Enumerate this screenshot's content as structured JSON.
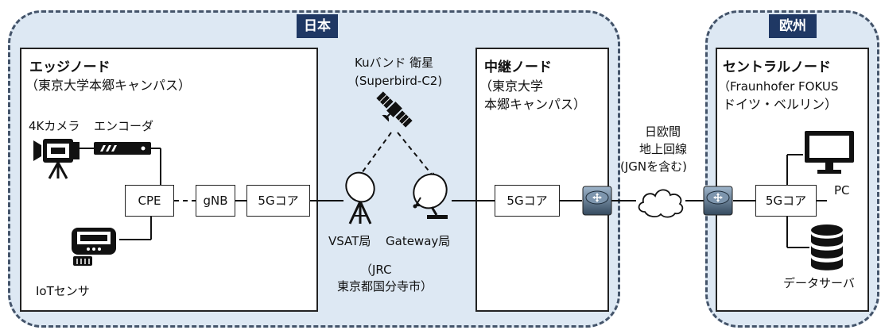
{
  "regions": {
    "japan": "日本",
    "europe": "欧州"
  },
  "edge_node": {
    "title": "エッジノード",
    "subtitle": "（東京大学本郷キャンパス）",
    "camera_label": "4Kカメラ",
    "encoder_label": "エンコーダ",
    "iot_label": "IoTセンサ",
    "cpe": "CPE",
    "gnb": "gNB",
    "core": "5Gコア"
  },
  "satellite": {
    "line1": "Kuバンド 衛星",
    "line2": "(Superbird-C2)"
  },
  "ground_stations": {
    "vsat": "VSAT局",
    "gateway": "Gateway局",
    "location_line1": "（JRC",
    "location_line2": "東京都国分寺市）"
  },
  "relay_node": {
    "title": "中継ノード",
    "subtitle_line1": "（東京大学",
    "subtitle_line2": "本郷キャンパス）",
    "core": "5Gコア"
  },
  "backbone": {
    "line1": "日欧間",
    "line2": "地上回線",
    "line3": "(JGNを含む)"
  },
  "central_node": {
    "title": "セントラルノード",
    "subtitle_line1": "（Fraunhofer FOKUS",
    "subtitle_line2": "ドイツ・ベルリン）",
    "core": "5Gコア",
    "pc_label": "PC",
    "server_label": "データサーバ"
  },
  "icons": [
    "video-camera-icon",
    "encoder-icon",
    "iot-sensor-icon",
    "satellite-icon",
    "vsat-antenna-icon",
    "gateway-dish-icon",
    "router-icon",
    "cloud-icon",
    "monitor-icon",
    "database-icon"
  ],
  "colors": {
    "region_fill": "#dde8f3",
    "region_border": "#44546a",
    "label_fill": "#1f3864"
  }
}
